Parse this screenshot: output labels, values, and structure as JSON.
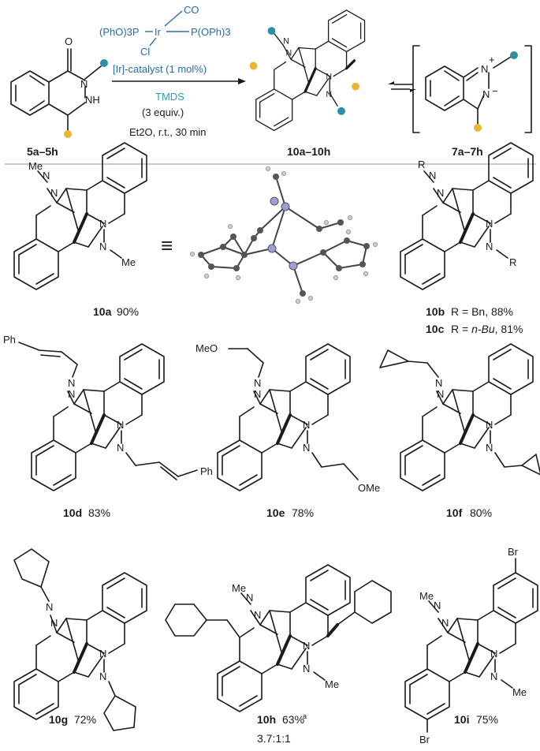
{
  "scheme": {
    "catalyst": {
      "ligand_left": "(PhO)3P",
      "metal": "Ir",
      "co": "CO",
      "ligand_right": "P(OPh)3",
      "chloride": "Cl"
    },
    "above_arrow": "[Ir]-catalyst (1 mol%)",
    "reductant": "TMDS",
    "reductant_equiv": "(3 equiv.)",
    "solvent": "Et2O, r.t., 30 min",
    "sm_label": "5a–5h",
    "product_label": "10a–10h",
    "intermediate_label": "7a–7h",
    "atoms": {
      "O": "O",
      "N": "N",
      "NH": "NH",
      "Nplus": "N",
      "plus": "+",
      "Nminus": "N",
      "minus": "−"
    },
    "colors": {
      "blue": "#2a6aa8",
      "teal": "#2fa0b4",
      "R1_dot": "#2e8ea3",
      "R2_dot": "#e8b731"
    }
  },
  "compounds": [
    {
      "id": "10a",
      "yield": "90%",
      "substituent": "Me"
    },
    {
      "id": "10b",
      "text": "R = Bn, 88%"
    },
    {
      "id": "10c",
      "text_pre": "R = ",
      "text_it": "n-Bu",
      "text_post": ", 81%"
    },
    {
      "id": "10d",
      "yield": "83%",
      "substituent": "Ph"
    },
    {
      "id": "10e",
      "yield": "78%",
      "substituent": "MeO",
      "substituent2": "OMe"
    },
    {
      "id": "10f",
      "yield": "80%"
    },
    {
      "id": "10g",
      "yield": "72%"
    },
    {
      "id": "10h",
      "yield": "63%",
      "note": "a",
      "ratio": "3.7:1:1",
      "substituent": "Me"
    },
    {
      "id": "10i",
      "yield": "75%",
      "substituent": "Me",
      "halogen": "Br"
    }
  ],
  "generic_R": "R",
  "equiv_symbol": "≡"
}
